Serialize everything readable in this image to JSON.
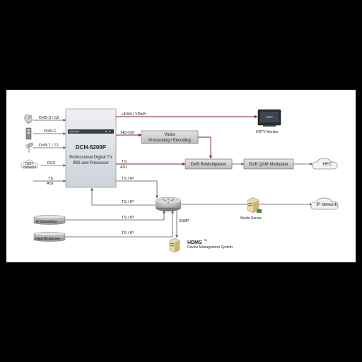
{
  "processor": {
    "model": "DCH-5200P",
    "desc_line1": "Professional Digital TV",
    "desc_line2": "IRD and Processor"
  },
  "inputs": {
    "dvbs": "DVB-S / S2",
    "dvbc": "DVB-C",
    "dvbt": "DVB-T / T2",
    "ds3": "DS3",
    "sdh_line1": "SDH",
    "sdh_line2": "Network",
    "ts": "TS",
    "asi": "ASI"
  },
  "outputs": {
    "hdmi": "HDMI / YPbPr",
    "hdsdi": "HD-SDI",
    "ts": "TS",
    "asi": "ASI",
    "tsip_upper": "TS / IP",
    "tsip_lower": "TS / IP"
  },
  "video_box": {
    "line1": "Video",
    "line2": "Processing / Encoding"
  },
  "remux_box": "DVB ReMultiplexer",
  "qam_box": "DVB QAM Modulator",
  "hfc": "HFC",
  "hdtv": {
    "label": "HDTV Monitor",
    "screen": "HDTV"
  },
  "ip_network": "IP Network",
  "media_server": "Media Server",
  "ip_streaming": "IP Streaming",
  "data_broadcast": "Data Broadcast",
  "links": {
    "tsip_stream": "TS / IP",
    "tsip_data": "TS / IP",
    "snmp": "SNMP"
  },
  "hdms": {
    "name": "HDMS",
    "tm": "TM",
    "desc": "Device Management System"
  },
  "colors": {
    "background": "#000000",
    "panel": "#ffffff",
    "box_fill": "#d0d0d0",
    "video_path": "#7a1f3a",
    "line": "#555555",
    "proc_box": "#dadde4"
  }
}
